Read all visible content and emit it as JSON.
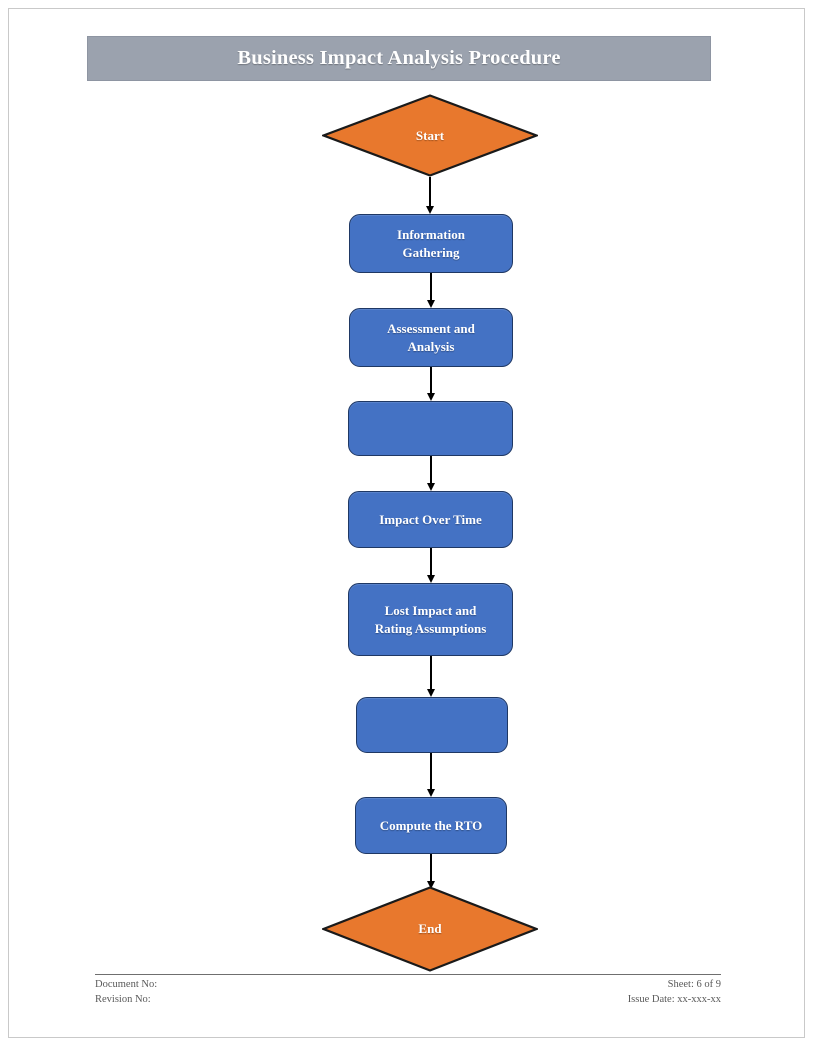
{
  "document": {
    "title": "Business Impact Analysis Procedure"
  },
  "flowchart": {
    "nodes": [
      {
        "id": "start",
        "type": "terminator",
        "label": "Start",
        "redacted": false
      },
      {
        "id": "info",
        "type": "process",
        "label": "Information\nGathering",
        "redacted": false
      },
      {
        "id": "assess",
        "type": "process",
        "label": "Assessment and\nAnalysis",
        "redacted": false
      },
      {
        "id": "redacted-1",
        "type": "process",
        "label": "",
        "redacted": true
      },
      {
        "id": "impact-time",
        "type": "process",
        "label": "Impact Over Time",
        "redacted": false
      },
      {
        "id": "lost-impact",
        "type": "process",
        "label": "Lost Impact and\nRating Assumptions",
        "redacted": false
      },
      {
        "id": "redacted-2",
        "type": "process",
        "label": "",
        "redacted": true
      },
      {
        "id": "compute-rto",
        "type": "process",
        "label": "Compute the RTO",
        "redacted": false
      },
      {
        "id": "end",
        "type": "terminator",
        "label": "End",
        "redacted": false
      }
    ]
  },
  "footer": {
    "document_no_label": "Document No:",
    "revision_no_label": "Revision No:",
    "sheet": "Sheet: 6 of 9",
    "issue_date": "Issue Date: xx-xxx-xx"
  },
  "colors": {
    "title_bar": "#9BA2AE",
    "terminator_fill": "#E8782D",
    "terminator_stroke": "#1A1A1A",
    "process_fill": "#4472C4",
    "process_stroke": "#1F3864",
    "connector": "#000000",
    "page_border": "#C9C9C9"
  }
}
